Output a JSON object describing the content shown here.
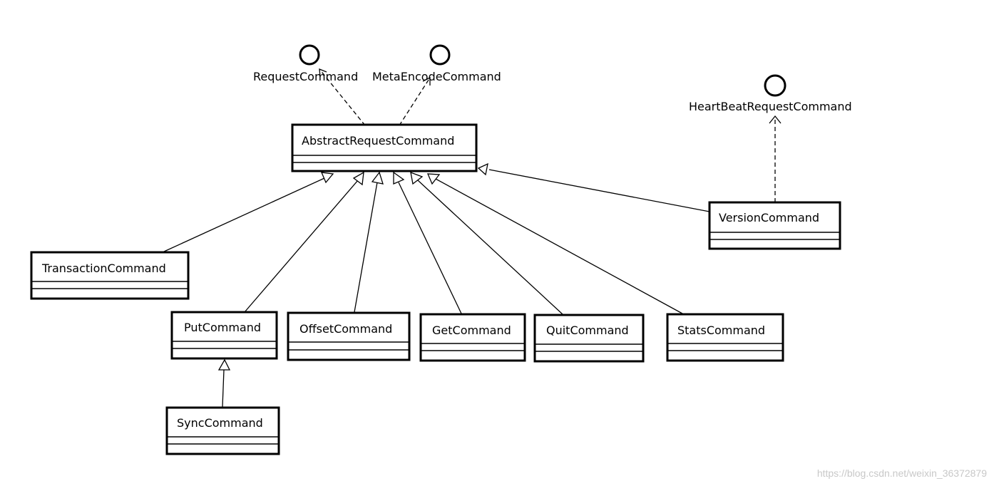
{
  "interfaces": [
    {
      "id": "request",
      "name": "RequestCommand"
    },
    {
      "id": "meta",
      "name": "MetaEncodeCommand"
    },
    {
      "id": "heartbeat",
      "name": "HeartBeatRequestCommand"
    }
  ],
  "classes": [
    {
      "id": "abstract",
      "name": "AbstractRequestCommand"
    },
    {
      "id": "version",
      "name": "VersionCommand"
    },
    {
      "id": "transaction",
      "name": "TransactionCommand"
    },
    {
      "id": "put",
      "name": "PutCommand"
    },
    {
      "id": "offset",
      "name": "OffsetCommand"
    },
    {
      "id": "get",
      "name": "GetCommand"
    },
    {
      "id": "quit",
      "name": "QuitCommand"
    },
    {
      "id": "stats",
      "name": "StatsCommand"
    },
    {
      "id": "sync",
      "name": "SyncCommand"
    }
  ],
  "watermark": "https://blog.csdn.net/weixin_36372879"
}
